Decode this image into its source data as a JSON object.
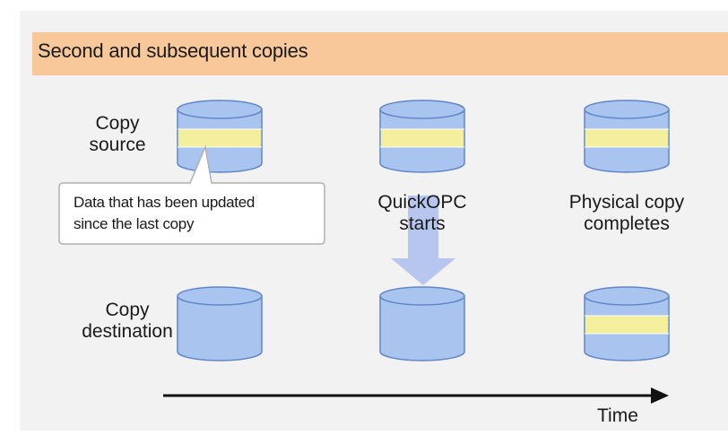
{
  "banner": {
    "title": "Second and subsequent copies"
  },
  "rows": {
    "source_label": "Copy\nsource",
    "destination_label": "Copy\ndestination"
  },
  "callout": {
    "text": "Data that has been updated\nsince the last copy"
  },
  "stages": [
    {
      "label": ""
    },
    {
      "label": "QuickOPC\nstarts"
    },
    {
      "label": "Physical copy\ncompletes"
    }
  ],
  "timeline": {
    "label": "Time"
  },
  "colors": {
    "panel": "#f2f2f2",
    "banner": "#f8c89a",
    "disk_fill": "#a9c4ee",
    "disk_stroke": "#5f86c8",
    "updated_band": "#f3ef9c",
    "arrow": "#b7c6ee"
  }
}
